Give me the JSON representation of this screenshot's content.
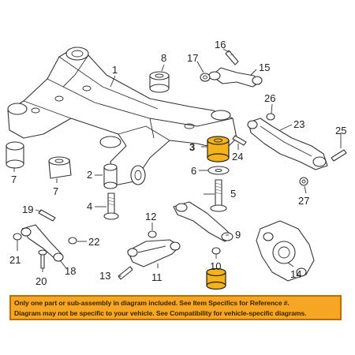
{
  "diagram": {
    "callouts": {
      "c1": "1",
      "c2": "2",
      "c3": "3",
      "c4": "4",
      "c5": "5",
      "c6": "6",
      "c7a": "7",
      "c7b": "7",
      "c8": "8",
      "c9": "9",
      "c10": "10",
      "c11": "11",
      "c12": "12",
      "c13": "13",
      "c14": "14",
      "c15": "15",
      "c16": "16",
      "c17": "17",
      "c18": "18",
      "c19": "19",
      "c20": "20",
      "c21": "21",
      "c22": "22",
      "c23": "23",
      "c24": "24",
      "c25": "25",
      "c26": "26",
      "c27": "27"
    },
    "highlight_color": "#f6b21a"
  },
  "notice": {
    "line1": "Only one part or sub-assembly in diagram included. See Item Specifics for Reference #.",
    "line2": "Diagram may not be specific to your vehicle. See Compatibility for vehicle-specific diagrams.",
    "background_color": "#f6a623"
  }
}
